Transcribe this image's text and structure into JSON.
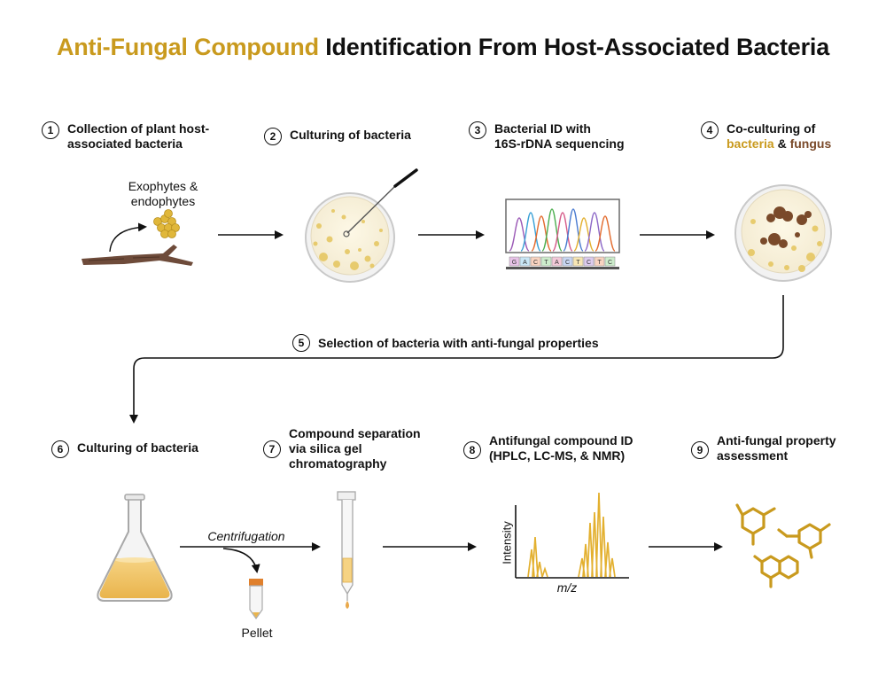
{
  "title": {
    "highlight": "Anti-Fungal Compound",
    "rest": " Identification From Host-Associated Bacteria"
  },
  "colors": {
    "accent_gold": "#c99a1e",
    "fungus_brown": "#7a4a2a",
    "branch": "#6e4b3a"
  },
  "steps": [
    {
      "num": "1",
      "line1": "Collection of plant host-",
      "line2": "associated bacteria"
    },
    {
      "num": "2",
      "line1": "Culturing of bacteria"
    },
    {
      "num": "3",
      "line1": "Bacterial ID with",
      "line2": "16S-rDNA sequencing"
    },
    {
      "num": "4",
      "line1": "Co-culturing of",
      "bacteria": "bacteria",
      "amp": " & ",
      "fungus": "fungus"
    },
    {
      "num": "5",
      "line1": "Selection of bacteria with anti-fungal properties"
    },
    {
      "num": "6",
      "line1": "Culturing of bacteria"
    },
    {
      "num": "7",
      "line1": "Compound separation",
      "line2": "via silica gel",
      "line3": "chromatography"
    },
    {
      "num": "8",
      "line1": "Antifungal compound ID",
      "line2": "(HPLC, LC-MS, & NMR)"
    },
    {
      "num": "9",
      "line1": "Anti-fungal property",
      "line2": "assessment"
    }
  ],
  "labels": {
    "exophytes_1": "Exophytes &",
    "exophytes_2": "endophytes",
    "centrifugation": "Centrifugation",
    "pellet": "Pellet",
    "intensity": "Intensity",
    "mz": "m/z"
  },
  "dna_bases": [
    "G",
    "A",
    "C",
    "T",
    "A",
    "C",
    "T",
    "C",
    "T",
    "C"
  ],
  "icons": [
    "branch-icon",
    "bacteria-cluster-icon",
    "petri-dish-icon",
    "inoculation-loop-icon",
    "chromatogram-icon",
    "co-culture-dish-icon",
    "erlenmeyer-flask-icon",
    "centrifuge-tube-icon",
    "chromatography-column-icon",
    "mass-spectrum-icon",
    "molecule-icon"
  ]
}
